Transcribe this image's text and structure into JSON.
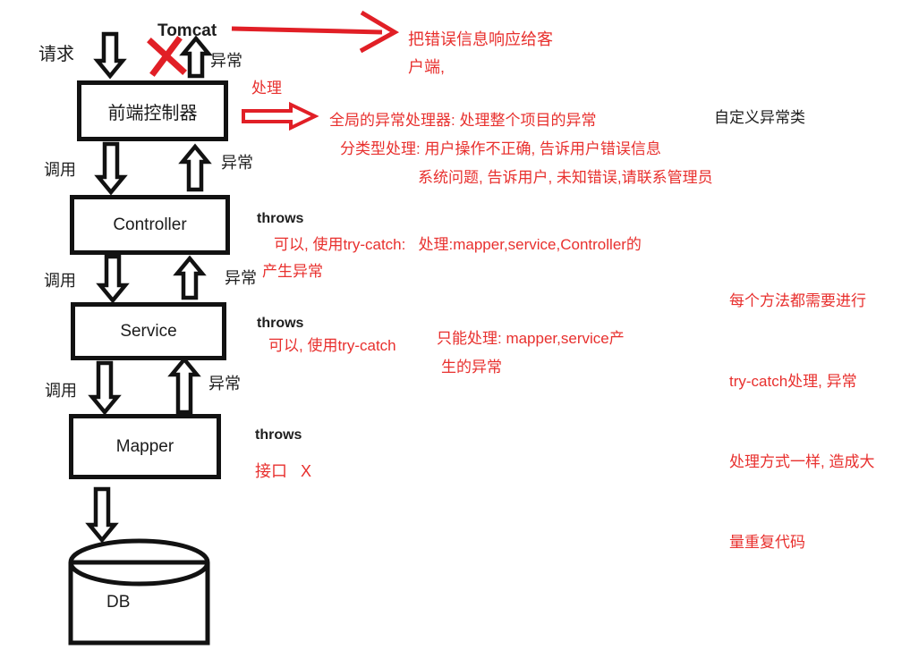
{
  "colors": {
    "annotation_red": "#e8302e",
    "diagram_black": "#141414"
  },
  "nodes": {
    "tomcat": "Tomcat",
    "front_controller": "前端控制器",
    "controller": "Controller",
    "service": "Service",
    "mapper": "Mapper",
    "db": "DB"
  },
  "edge_labels": {
    "request": "请求",
    "call": "调用",
    "exception": "异常"
  },
  "notes": {
    "response_line1": "把错误信息响应给客",
    "response_line2": "户端,",
    "handle": "处理",
    "global_handler": "全局的异常处理器: 处理整个项目的异常",
    "custom_exception_class": "自定义异常类",
    "classify_line1": "分类型处理: 用户操作不正确, 告诉用户错误信息",
    "classify_line2": "系统问题, 告诉用户, 未知错误,请联系管理员",
    "controller_throws": "throws",
    "controller_trycatch_line1": "可以, 使用try-catch:   处理:mapper,service,Controller的",
    "controller_trycatch_line2": "产生异常",
    "repeat_line1": "每个方法都需要进行",
    "repeat_line2": "try-catch处理, 异常",
    "repeat_line3": "处理方式一样, 造成大",
    "repeat_line4": "量重复代码",
    "service_throws": "throws",
    "service_trycatch": "可以, 使用try-catch",
    "service_only_line1": "只能处理: mapper,service产",
    "service_only_line2": "生的异常",
    "mapper_throws": "throws",
    "mapper_interface": "接口   X"
  }
}
